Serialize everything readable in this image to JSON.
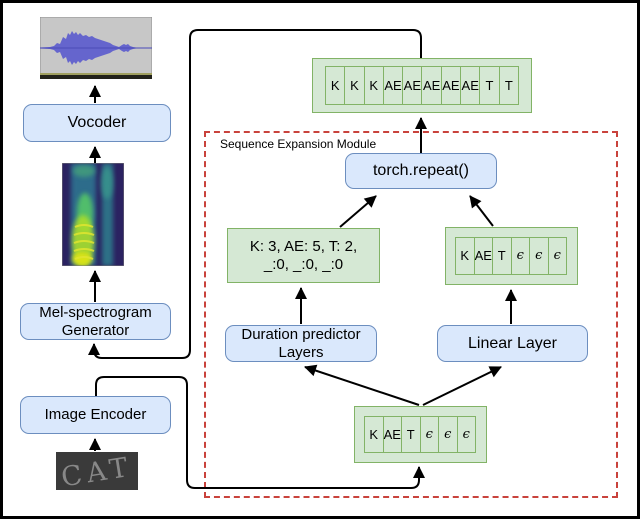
{
  "module_label": "Sequence Expansion Module",
  "nodes": {
    "vocoder": "Vocoder",
    "mel_generator": "Mel-spectrogram Generator",
    "image_encoder": "Image Encoder",
    "torch_repeat": "torch.repeat()",
    "duration_predictor": "Duration predictor Layers",
    "linear_layer": "Linear Layer",
    "durations_line1": "K: 3, AE: 5, T: 2,",
    "durations_line2": "_:0, _:0, _:0"
  },
  "sequences": {
    "expanded": [
      "K",
      "K",
      "K",
      "AE",
      "AE",
      "AE",
      "AE",
      "AE",
      "T",
      "T"
    ],
    "duration_input": [
      "K",
      "AE",
      "T",
      "ϵ",
      "ϵ",
      "ϵ"
    ],
    "encoder_output": [
      "K",
      "AE",
      "T",
      "ϵ",
      "ϵ",
      "ϵ"
    ]
  },
  "cat_image_text": "CAT",
  "colors": {
    "blue_fill": "#dae8fc",
    "blue_stroke": "#6c8ebf",
    "green_fill": "#d5e8d4",
    "green_stroke": "#82b366",
    "module_stroke": "#c9423c",
    "arrow": "#000000",
    "waveform_blue": "#6565cd",
    "spectrogram_bg": "#2b2261"
  }
}
